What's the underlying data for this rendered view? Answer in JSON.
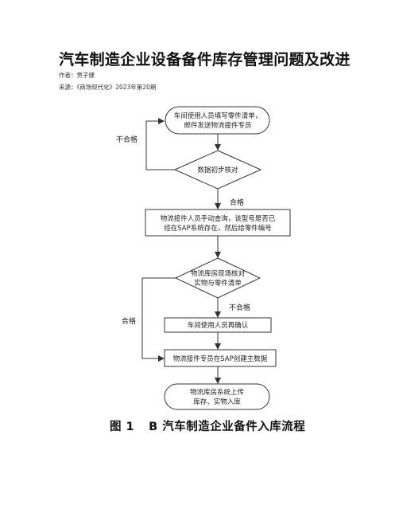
{
  "title": "汽车制造企业设备备件库存管理问题及改进",
  "meta": {
    "author": "作者：贾子健",
    "source": "来源：《商场现代化》2023年第20期"
  },
  "flowchart": {
    "nodes": {
      "start_line1": "车间使用人员填写零件清单，",
      "start_line2": "邮件发送物流接件专员",
      "check1": "数据初步核对",
      "step1_line1": "物流接件人员手动查询，该型号是否已",
      "step1_line2": "经在SAP系统存在，然后给零件编号",
      "check2_line1": "物流库房现场核对",
      "check2_line2": "实物与零件清单",
      "step2": "车间使用人员再确认",
      "step3": "物流接件专员在SAP创建主数据",
      "end_line1": "物流库房系统上传",
      "end_line2": "库存、实物入库"
    },
    "labels": {
      "fail1": "不合格",
      "pass1": "合格",
      "fail2": "不合格",
      "pass2": "合格"
    }
  },
  "caption": {
    "figure": "图 1",
    "text": "B 汽车制造企业备件入库流程"
  }
}
